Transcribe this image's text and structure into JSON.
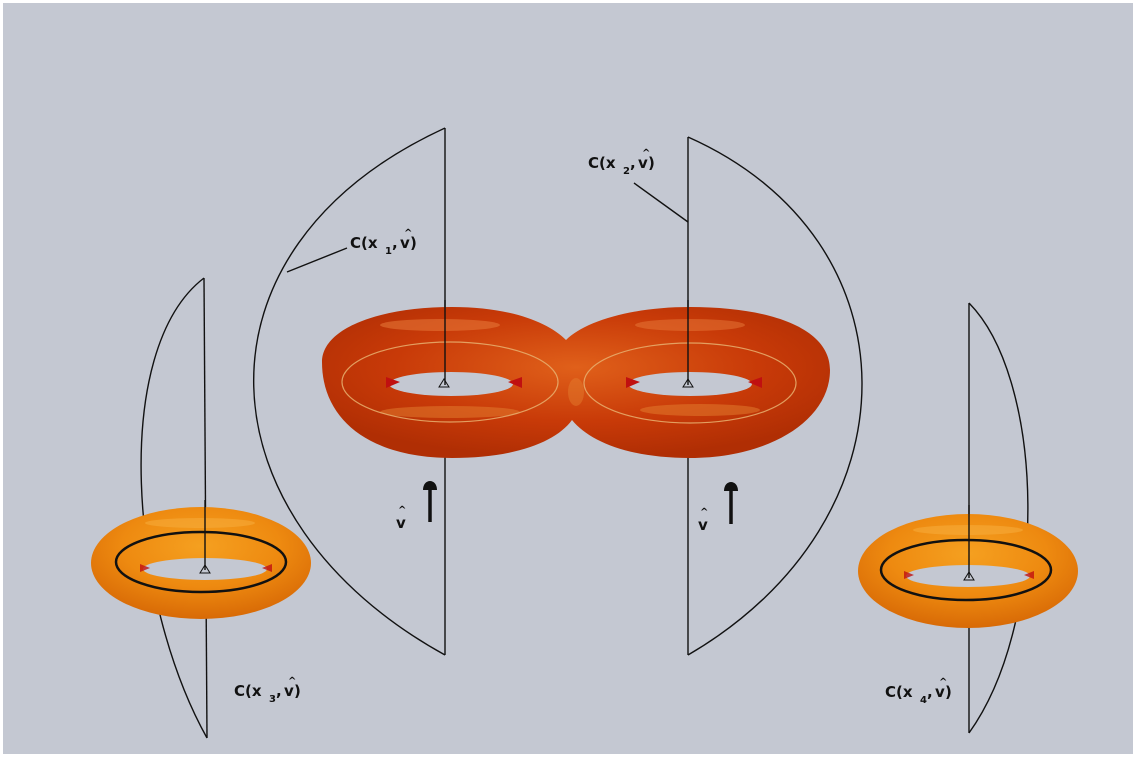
{
  "diagram": {
    "background_color": "#c4c8d2",
    "torus_color_double": "#c83a08",
    "torus_color_single": "#ee8a10",
    "labels": {
      "c1": {
        "prefix": "C(x",
        "sub": "1",
        "hatv": "v",
        "suffix": " )"
      },
      "c2": {
        "prefix": "C(x",
        "sub": "2",
        "hatv": "v",
        "suffix": " )"
      },
      "c3": {
        "prefix": "C(x",
        "sub": "3",
        "hatv": "v",
        "suffix": " )"
      },
      "c4": {
        "prefix": "C(x",
        "sub": "4",
        "hatv": "v",
        "suffix": " )"
      }
    },
    "vhat": {
      "letter": "v",
      "hat": "^"
    }
  }
}
